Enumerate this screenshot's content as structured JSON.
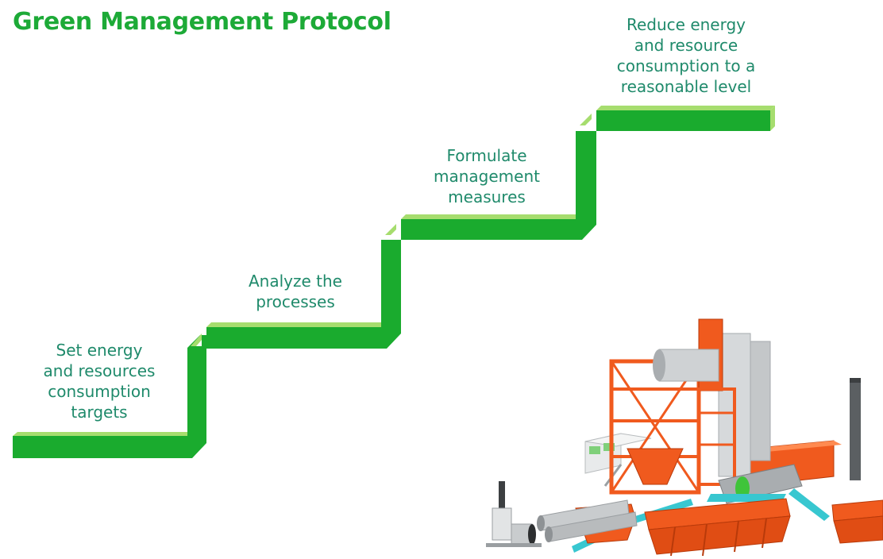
{
  "title": "Green Management Protocol",
  "steps": [
    {
      "label": "Set energy\nand resources\nconsumption\ntargets"
    },
    {
      "label": "Analyze the\nprocesses"
    },
    {
      "label": "Formulate\nmanagement\nmeasures"
    },
    {
      "label": "Reduce energy\nand resource\nconsumption to a\nreasonable level"
    }
  ],
  "colors": {
    "title": "#1daa37",
    "label": "#1f8a6b",
    "stair_main": "#1aab2e",
    "stair_top": "#a6dd6e",
    "stair_shadow": "#148a24",
    "plant_orange": "#f05a1e",
    "plant_gray": "#c9ccce"
  }
}
